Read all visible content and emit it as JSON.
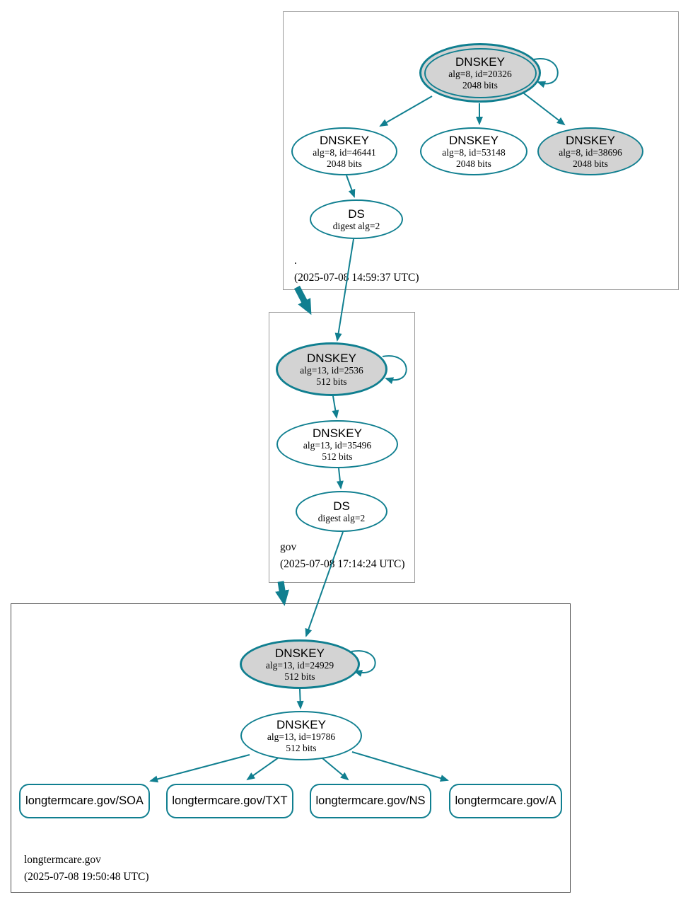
{
  "colors": {
    "secure": "#107f90",
    "ksk_fill": "#d3d3d3",
    "node_fill": "#ffffff"
  },
  "zones": [
    {
      "name": ".",
      "timestamp": "(2025-07-08 14:59:37 UTC)",
      "nodes": [
        {
          "title": "DNSKEY",
          "detail1": "alg=8, id=20326",
          "detail2": "2048 bits"
        },
        {
          "title": "DNSKEY",
          "detail1": "alg=8, id=46441",
          "detail2": "2048 bits"
        },
        {
          "title": "DNSKEY",
          "detail1": "alg=8, id=53148",
          "detail2": "2048 bits"
        },
        {
          "title": "DNSKEY",
          "detail1": "alg=8, id=38696",
          "detail2": "2048 bits"
        },
        {
          "title": "DS",
          "detail1": "digest alg=2"
        }
      ]
    },
    {
      "name": "gov",
      "timestamp": "(2025-07-08 17:14:24 UTC)",
      "nodes": [
        {
          "title": "DNSKEY",
          "detail1": "alg=13, id=2536",
          "detail2": "512 bits"
        },
        {
          "title": "DNSKEY",
          "detail1": "alg=13, id=35496",
          "detail2": "512 bits"
        },
        {
          "title": "DS",
          "detail1": "digest alg=2"
        }
      ]
    },
    {
      "name": "longtermcare.gov",
      "timestamp": "(2025-07-08 19:50:48 UTC)",
      "nodes": [
        {
          "title": "DNSKEY",
          "detail1": "alg=13, id=24929",
          "detail2": "512 bits"
        },
        {
          "title": "DNSKEY",
          "detail1": "alg=13, id=19786",
          "detail2": "512 bits"
        }
      ],
      "rrsets": [
        {
          "label": "longtermcare.gov/SOA"
        },
        {
          "label": "longtermcare.gov/TXT"
        },
        {
          "label": "longtermcare.gov/NS"
        },
        {
          "label": "longtermcare.gov/A"
        }
      ]
    }
  ]
}
